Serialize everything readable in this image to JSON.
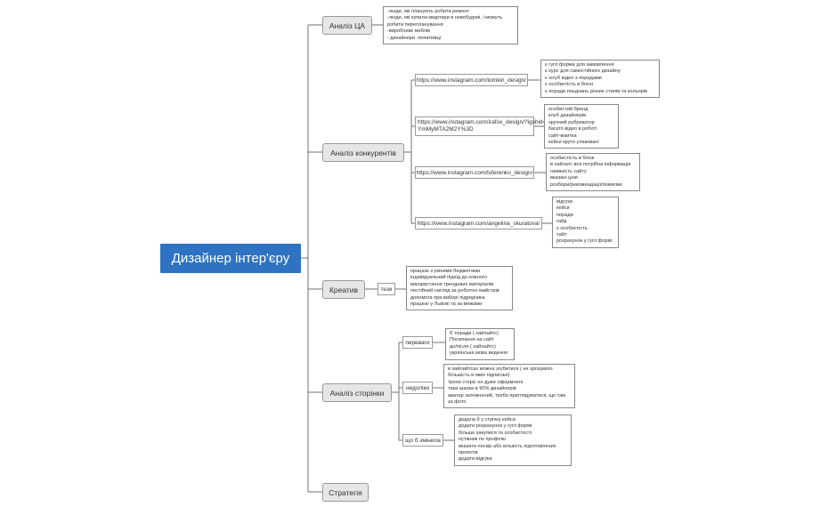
{
  "root": "Дизайнер інтер'єру",
  "branches": {
    "audience": {
      "label": "Аналіз ЦА",
      "notes": [
        "-люди, які планують робити ремонт",
        "-люди, які купили квартири в новобудові, і можуть",
        "робити перепланування",
        "-виробники меблів",
        "- дизайнери -початківці"
      ]
    },
    "competitors": {
      "label": "Аналіз конкурентів",
      "items": [
        {
          "link": "https://www.instagram.com/tomkin_design/",
          "notes": [
            "є гугл форма для замовлення",
            "є курс для самостійного дизайну",
            "є ютуб відео з порадами",
            "є особистість в блозі",
            "є поради поєднань різних стилів та кольорів"
          ]
        },
        {
          "link": "https://www.instagram.com/irafox_design/?igshid=\nYmMyMTA2M2Y%3D",
          "notes": [
            "особистий бренд",
            "клуб дизайнерів",
            "зручний рубрикатор",
            "багато відео в роботі",
            "сайт-візитка",
            "кейси круто упаковані"
          ]
        },
        {
          "link": "https://www.instagram.com/luferenko_design/",
          "notes": [
            "особистість в блозі",
            "в хайлатс вся потрібна інформація",
            "наявність сайту",
            "вказані ціни",
            "розбори/рекомендації/помилки"
          ]
        },
        {
          "link": "https://www.instagram.com/angelina_skuratova/",
          "notes": [
            "відгуки",
            "кейси",
            "поради",
            "гайд",
            "є особистість",
            "сайт",
            "розрахунок у гугл формі"
          ]
        }
      ]
    },
    "creative": {
      "label": "Креатив",
      "tag": "тези",
      "notes": [
        "працюю з різними бюджетами",
        "індивідуальний підхід до кожного",
        "використання трендових матеріалів",
        "постійний нагляд за роботою майстрів",
        "допомога при виборі підрядчика",
        "працюю у Львові та за межами"
      ]
    },
    "page": {
      "label": "Аналіз сторінки",
      "groups": [
        {
          "tag": "переваги",
          "notes": [
            "Є поради ( хайлайтс)",
            "Посилання на сайт",
            "до/після ( хайлайтс)",
            "українська мова ведення"
          ]
        },
        {
          "tag": "недоліки",
          "notes": [
            "в хайлайтсах можна згубитися ( не зрозуміло",
            "більшість в яких підписані)",
            "трохи сторіс не дуже оформлені",
            "така шапка в 90% дизайнерів",
            "аватар затемнений, треба приглядуватися, що там",
            "за фото"
          ]
        },
        {
          "tag": "що б змінила",
          "notes": [
            "додала б у стрічку кейси",
            "додати розрахунок у гугл формі",
            "більше закупися та особистості",
            "путівник по профілю",
            "вказати лоскір або кількість підготовлених",
            "проектів",
            "додати відгуки"
          ]
        }
      ]
    },
    "strategy": {
      "label": "Стратегія"
    }
  }
}
